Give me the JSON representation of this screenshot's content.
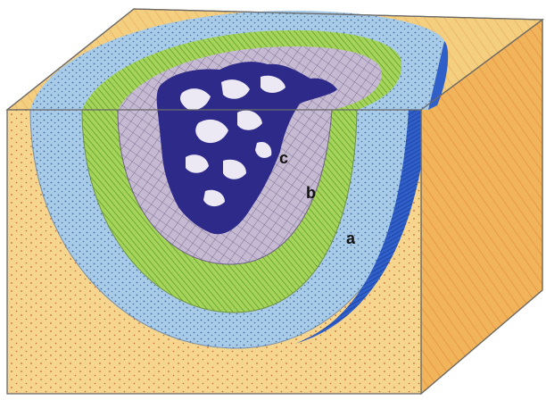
{
  "labels": {
    "a": "a",
    "b": "b",
    "c": "c"
  },
  "colors": {
    "soil_front": "#f6d58e",
    "soil_right": "#f2b45a",
    "soil_top": "#f4cf80",
    "soil_dots": "#c8682a",
    "layer_a": "#a8cbe8",
    "layer_a_dots": "#3b6fc0",
    "layer_a_dark": "#2f5fc9",
    "layer_b": "#a6d45a",
    "layer_b_hatch": "#5fa02a",
    "layer_c": "#c6bad3",
    "layer_c_grid": "#6e5f86",
    "core": "#2d2a8a",
    "core_light": "#ece8f4",
    "outline": "#6a6a6a"
  }
}
